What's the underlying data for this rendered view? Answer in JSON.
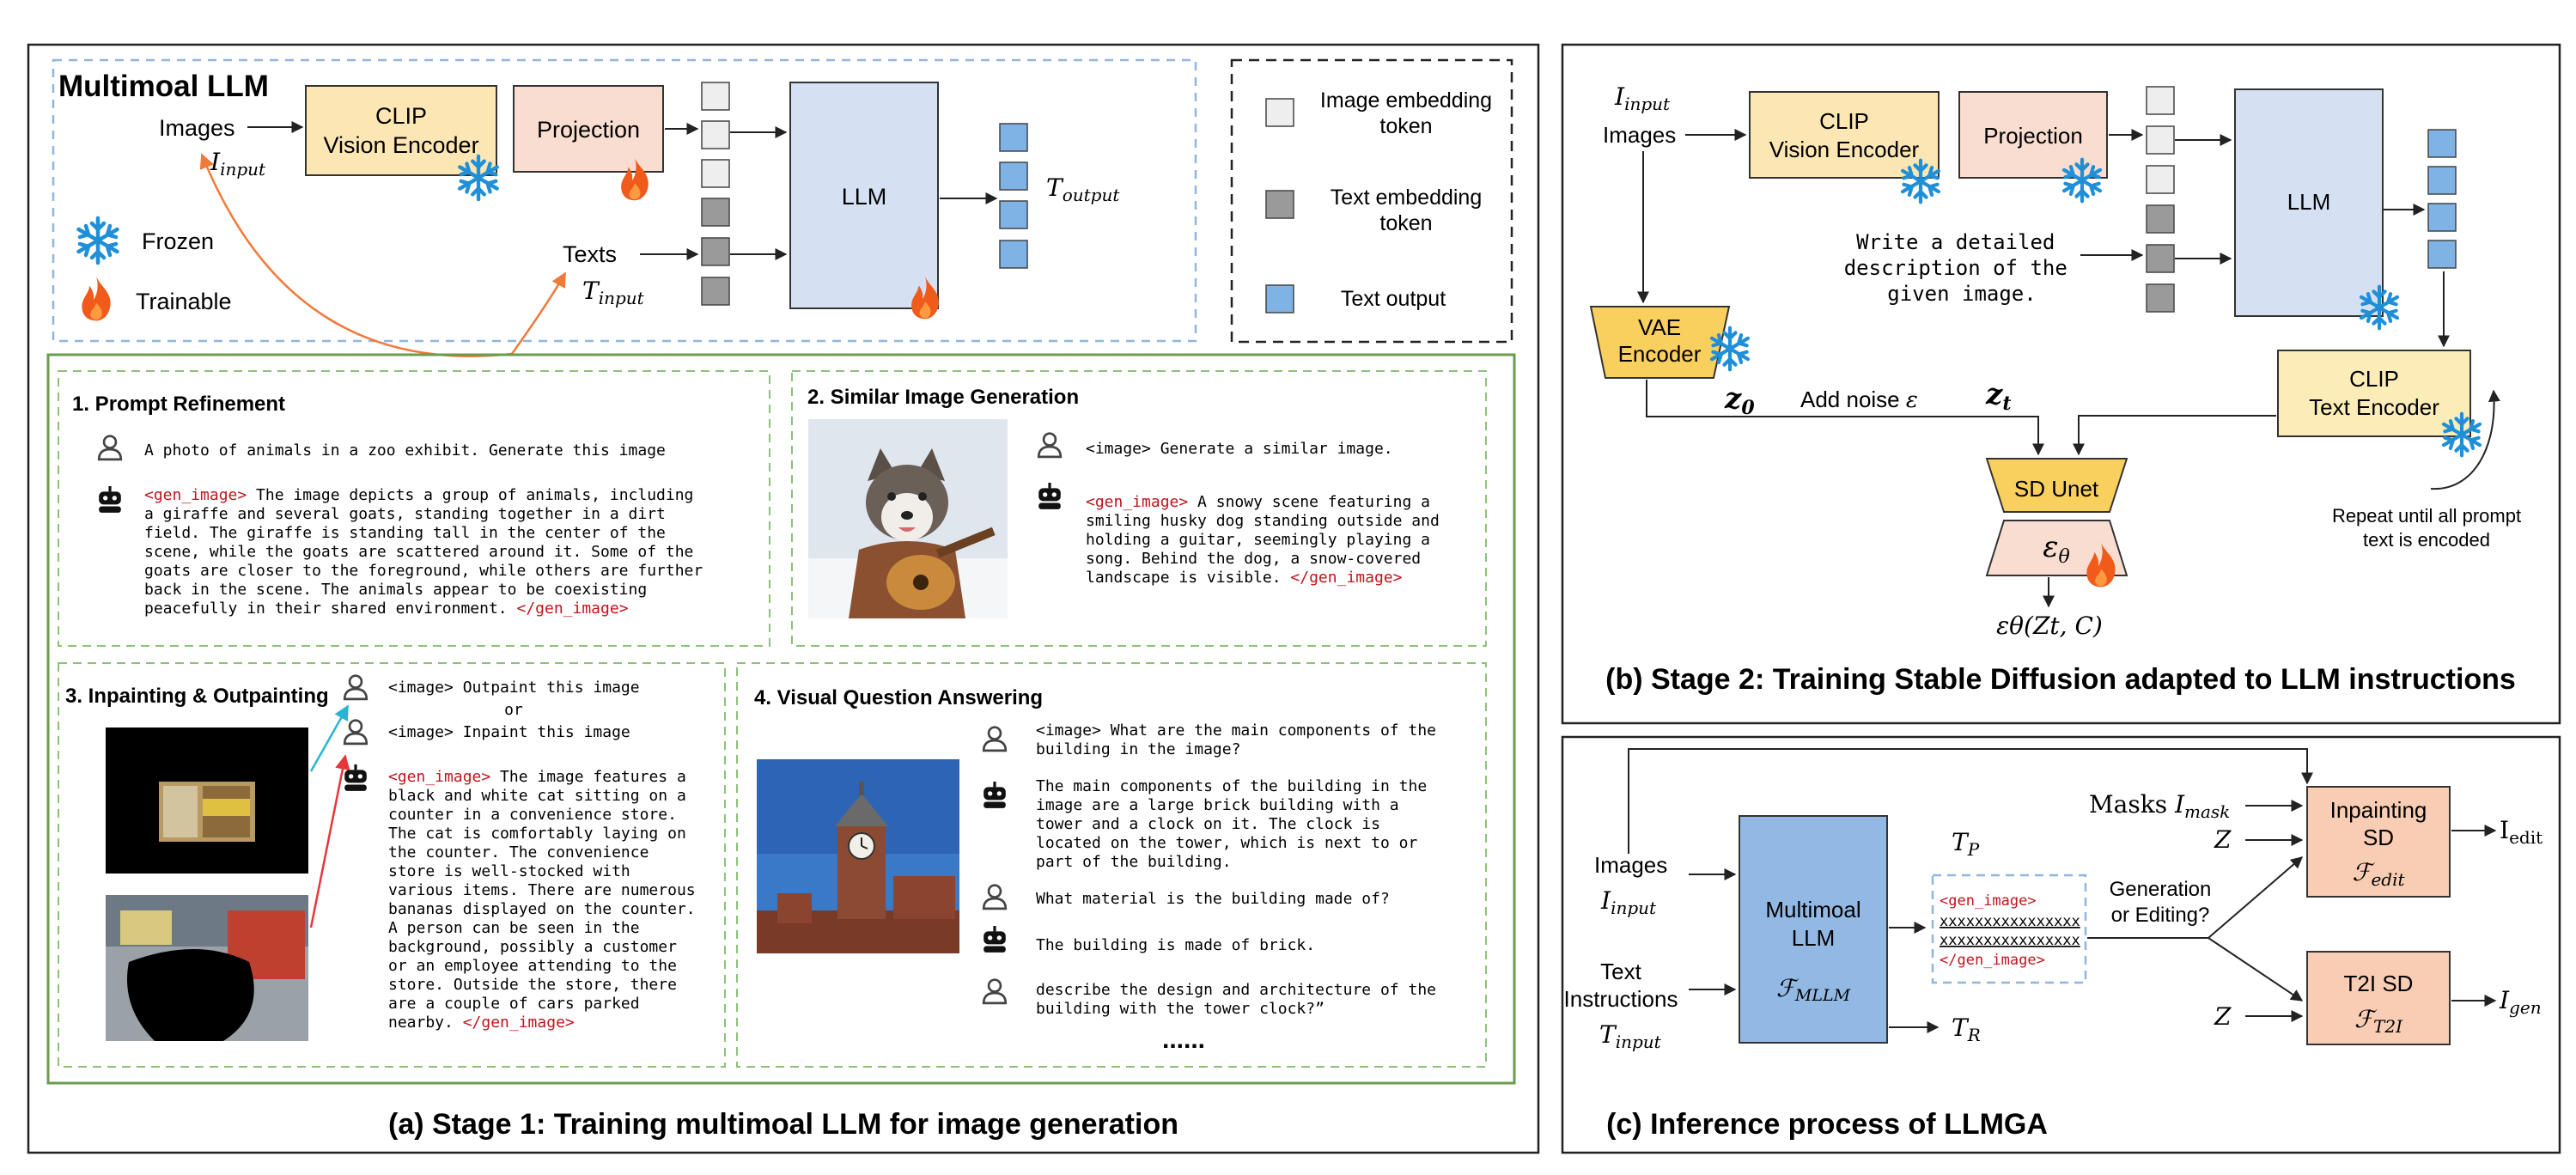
{
  "colors": {
    "frozen_blue": "#1f8fd8",
    "trainable_orange": "#f05a1a",
    "gen_tag_red": "#c0141c",
    "clip_fill": "#fbe6b4",
    "projection_fill": "#f8ddd0",
    "llm_fill": "#d5e1f3",
    "text_output_fill": "#7fb3e6",
    "panel_green": "#6a9c4c",
    "dashed_blue": "#8fb6e0"
  },
  "panel_a": {
    "caption": "(a) Stage 1: Training multimoal LLM for image generation",
    "title": "Multimoal LLM",
    "images_label": "Images",
    "i_input_sym": "I",
    "i_input_sub": "input",
    "clip_line1": "CLIP",
    "clip_line2": "Vision Encoder",
    "projection": "Projection",
    "llm": "LLM",
    "texts_label": "Texts",
    "t_input_sym": "T",
    "t_input_sub": "input",
    "t_output_sym": "T",
    "t_output_sub": "output",
    "frozen": "Frozen",
    "trainable": "Trainable"
  },
  "legend": {
    "image_token_line1": "Image embedding",
    "image_token_line2": "token",
    "text_token_line1": "Text embedding",
    "text_token_line2": "token",
    "text_output": "Text output"
  },
  "tasks": {
    "prompt_refinement": {
      "title": "1. Prompt Refinement",
      "user": "A photo of animals in a zoo exhibit. Generate this image",
      "gen_open": "<gen_image>",
      "gen_close": "</gen_image>",
      "bot_lines": [
        " The image depicts a group of animals, including",
        "a giraffe and several goats, standing together in a dirt",
        "field. The giraffe is standing tall in the center of the",
        "scene, while the goats are scattered around it. Some of the",
        "goats are closer to the foreground, while others are further",
        "back in the scene. The animals appear to be coexisting",
        "peacefully in their shared environment. "
      ]
    },
    "similar_image": {
      "title": "2. Similar Image Generation",
      "user": "<image> Generate a similar image.",
      "gen_open": "<gen_image>",
      "gen_close": "</gen_image>",
      "bot_lines": [
        " A snowy scene featuring a",
        "smiling husky dog standing outside and",
        "holding a guitar, seemingly playing a",
        "song. Behind the dog, a snow-covered",
        "landscape is visible. "
      ]
    },
    "inpainting": {
      "title": "3. Inpainting & Outpainting",
      "user1": "<image> Outpaint this image",
      "or": "or",
      "user2": "<image> Inpaint this image",
      "gen_open": "<gen_image>",
      "gen_close": "</gen_image>",
      "bot_lines": [
        " The image features a",
        "black and white cat sitting on a",
        "counter in a convenience store.",
        "The cat is comfortably laying on",
        "the counter.  The convenience",
        "store  is  well-stocked  with",
        "various items. There are numerous",
        "bananas displayed on the counter.",
        "A person can be seen in the",
        "background, possibly a customer",
        "or an employee attending to the",
        "store. Outside the store, there",
        "are a couple of cars parked",
        "nearby. "
      ]
    },
    "vqa": {
      "title": "4. Visual Question Answering",
      "q1_lines": [
        "<image> What are the main components of the",
        "building in the image?"
      ],
      "a1_lines": [
        "The main components of the building in the",
        "image are a large brick building with a",
        "tower and a clock on it. The clock is",
        "located on the tower, which is next to or",
        "part of the building."
      ],
      "q2": "What material is the building made of?",
      "a2": "The building is made of brick.",
      "q3_lines": [
        "describe the design and architecture of the",
        "building with the tower clock?”"
      ],
      "ellipsis": "......"
    }
  },
  "panel_b": {
    "caption": "(b) Stage 2: Training Stable Diffusion adapted to LLM instructions",
    "i_input_sym": "I",
    "i_input_sub": "input",
    "images_label": "Images",
    "clip_line1": "CLIP",
    "clip_line2": "Vision Encoder",
    "projection": "Projection",
    "llm": "LLM",
    "prompt_lines": [
      "Write a detailed",
      "description of the",
      "given image."
    ],
    "vae_line1": "VAE",
    "vae_line2": "Encoder",
    "z0_sym": "z",
    "z0_sub": "0",
    "add_noise": "Add noise ",
    "eps": "ε",
    "zt_sym": "z",
    "zt_sub": "t",
    "clip_text_line1": "CLIP",
    "clip_text_line2": "Text Encoder",
    "sd_unet": "SD Unet",
    "eps_theta": "ε",
    "theta_sub": "θ",
    "output_expr": "εθ(Zt, C)",
    "repeat_line1": "Repeat until all prompt",
    "repeat_line2": "text is encoded"
  },
  "panel_c": {
    "caption": "(c) Inference process of LLMGA",
    "images_label": "Images",
    "i_input_sym": "I",
    "i_input_sub": "input",
    "text_line1": "Text",
    "text_line2": "Instructions",
    "t_input_sym": "T",
    "t_input_sub": "input",
    "mllm_line1": "Multimoal",
    "mllm_line2": "LLM",
    "f_mllm_sym": "ℱ",
    "f_mllm_sub": "MLLM",
    "tp_sym": "T",
    "tp_sub": "P",
    "tr_sym": "T",
    "tr_sub": "R",
    "gen_open": "<gen_image>",
    "gen_close": "</gen_image>",
    "x_line": "xxxxxxxxxxxxxxxx",
    "decision_line1": "Generation",
    "decision_line2": "or Editing?",
    "masks_label": "Masks ",
    "i_mask_sym": "I",
    "i_mask_sub": "mask",
    "z_sym": "Z",
    "inpaint_line1": "Inpainting",
    "inpaint_line2": "SD",
    "f_edit_sym": "ℱ",
    "f_edit_sub": "edit",
    "t2i_line1": "T2I SD",
    "f_t2i_sym": "ℱ",
    "f_t2i_sub": "T2I",
    "i_edit_sym": "I",
    "i_edit_sub": "edit",
    "i_gen_sym": "I",
    "i_gen_sub": "gen"
  }
}
